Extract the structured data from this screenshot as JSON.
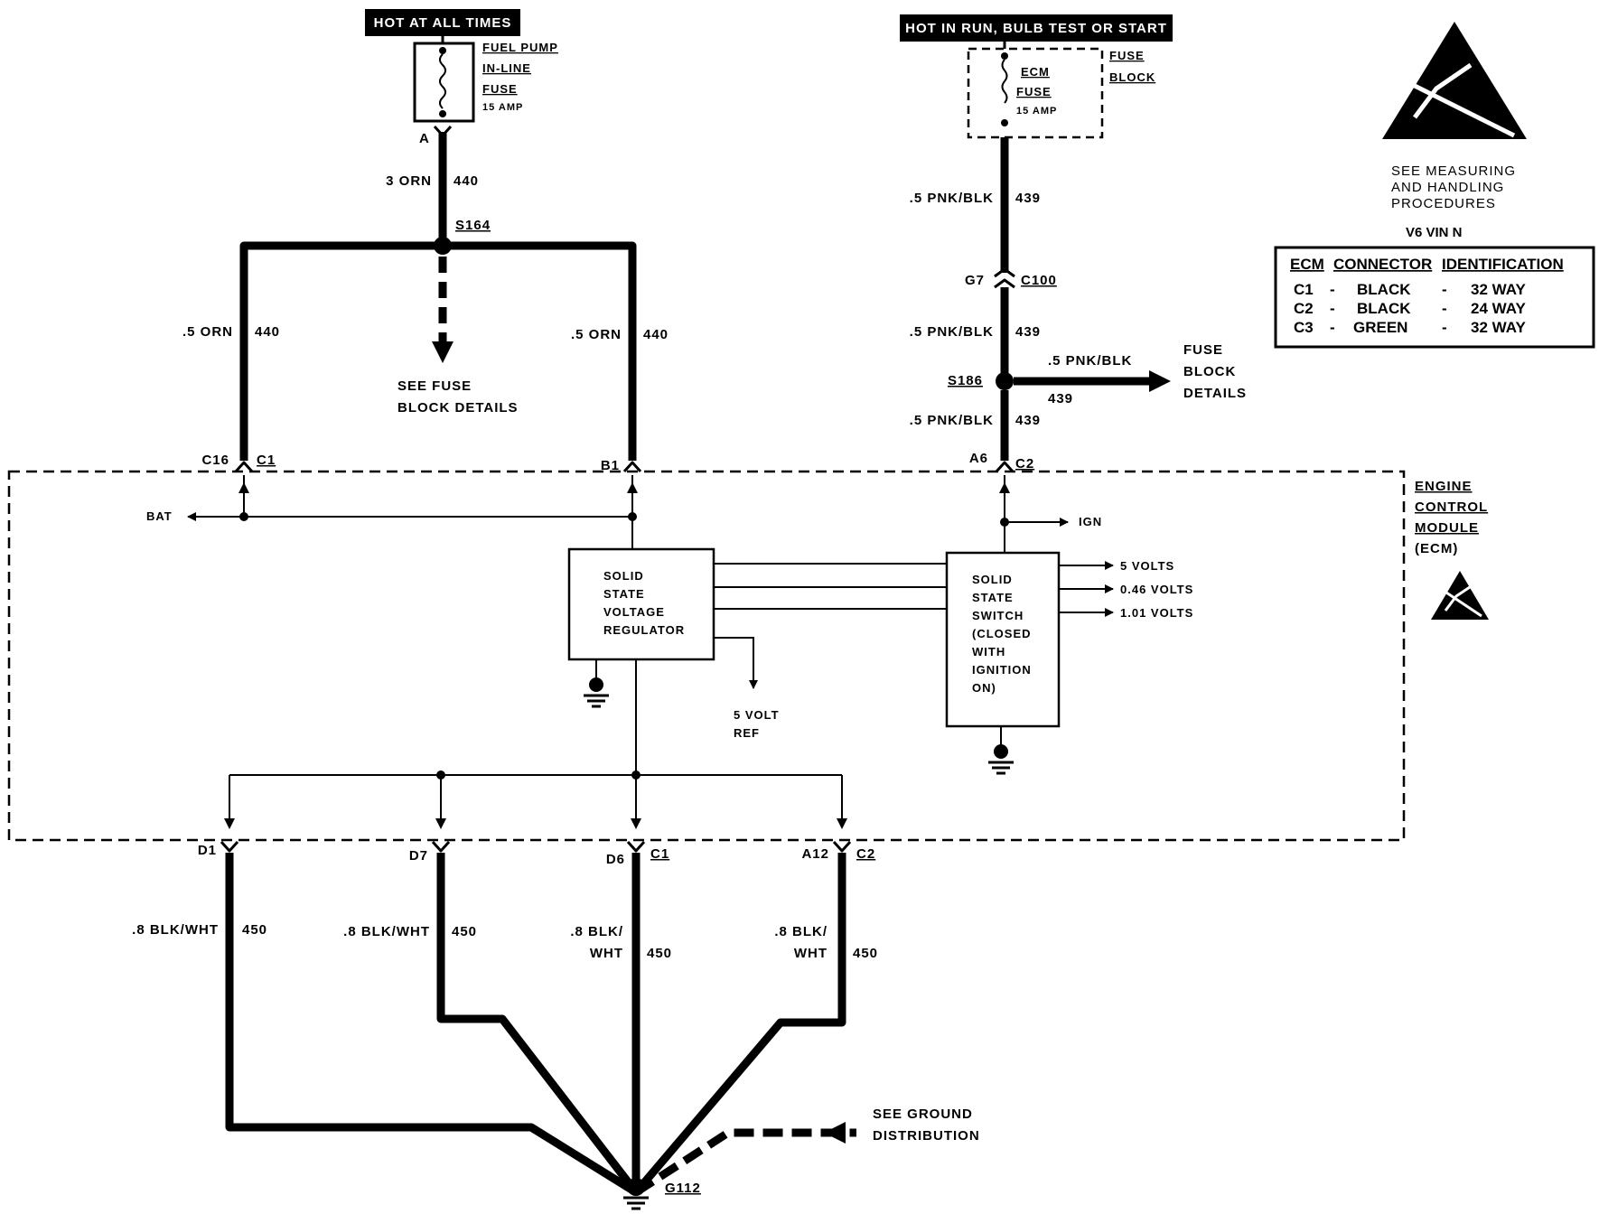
{
  "supplies": {
    "left_banner": "HOT AT ALL TIMES",
    "right_banner": "HOT IN RUN, BULB TEST OR START"
  },
  "fuel_pump_fuse": {
    "line1": "FUEL PUMP",
    "line2": "IN-LINE",
    "line3": "FUSE",
    "rating": "15 AMP",
    "terminal": "A"
  },
  "ecm_fuse": {
    "line1": "ECM",
    "line2": "FUSE",
    "rating": "15 AMP",
    "block_line1": "FUSE",
    "block_line2": "BLOCK"
  },
  "wires": {
    "w440_main": {
      "color": "3 ORN",
      "circuit": "440"
    },
    "w440_left": {
      "color": ".5 ORN",
      "circuit": "440"
    },
    "w440_right": {
      "color": ".5 ORN",
      "circuit": "440"
    },
    "w439_top": {
      "color": ".5 PNK/BLK",
      "circuit": "439"
    },
    "w439_mid": {
      "color": ".5 PNK/BLK",
      "circuit": "439"
    },
    "w439_low": {
      "color": ".5 PNK/BLK",
      "circuit": "439"
    },
    "w439_branch": {
      "color": ".5 PNK/BLK",
      "circuit": "439"
    },
    "w450_d1": {
      "color": ".8 BLK/WHT",
      "circuit": "450"
    },
    "w450_d7": {
      "color": ".8 BLK/WHT",
      "circuit": "450"
    },
    "w450_d6": {
      "color_line1": ".8 BLK/",
      "color_line2": "WHT",
      "circuit": "450"
    },
    "w450_a12": {
      "color_line1": ".8 BLK/",
      "color_line2": "WHT",
      "circuit": "450"
    }
  },
  "splices": {
    "s164": "S164",
    "s186": "S186"
  },
  "connector_c100": {
    "pin": "G7",
    "name": "C100"
  },
  "notes": {
    "see_fuse_block_line1": "SEE FUSE",
    "see_fuse_block_line2": "BLOCK DETAILS",
    "fuse_block_details_line1": "FUSE",
    "fuse_block_details_line2": "BLOCK",
    "fuse_block_details_line3": "DETAILS",
    "see_ground_line1": "SEE GROUND",
    "see_ground_line2": "DISTRIBUTION"
  },
  "ecm_pins": {
    "c16": "C16",
    "c1_top": "C1",
    "b1": "B1",
    "a6": "A6",
    "c2_top": "C2",
    "d1": "D1",
    "d7": "D7",
    "d6": "D6",
    "c1_bottom": "C1",
    "a12": "A12",
    "c2_bottom": "C2"
  },
  "ecm": {
    "title_line1": "ENGINE",
    "title_line2": "CONTROL",
    "title_line3": "MODULE",
    "title_line4": "(ECM)",
    "bat": "BAT",
    "ign": "IGN",
    "regulator": [
      "SOLID",
      "STATE",
      "VOLTAGE",
      "REGULATOR"
    ],
    "switch": [
      "SOLID",
      "STATE",
      "SWITCH",
      "(CLOSED",
      "WITH",
      "IGNITION",
      "ON)"
    ],
    "outputs": [
      "5 VOLTS",
      "0.46 VOLTS",
      "1.01 VOLTS"
    ],
    "ref_line1": "5 VOLT",
    "ref_line2": "REF"
  },
  "ground": {
    "name": "G112"
  },
  "esd_note": {
    "line1": "SEE MEASURING",
    "line2": "AND HANDLING",
    "line3": "PROCEDURES",
    "engine": "V6 VIN N"
  },
  "connector_id": {
    "header": [
      "ECM",
      "CONNECTOR",
      "IDENTIFICATION"
    ],
    "rows": [
      {
        "conn": "C1",
        "color": "BLACK",
        "ways": "32 WAY"
      },
      {
        "conn": "C2",
        "color": "BLACK",
        "ways": "24 WAY"
      },
      {
        "conn": "C3",
        "color": "GREEN",
        "ways": "32 WAY"
      }
    ],
    "dash": "-"
  }
}
